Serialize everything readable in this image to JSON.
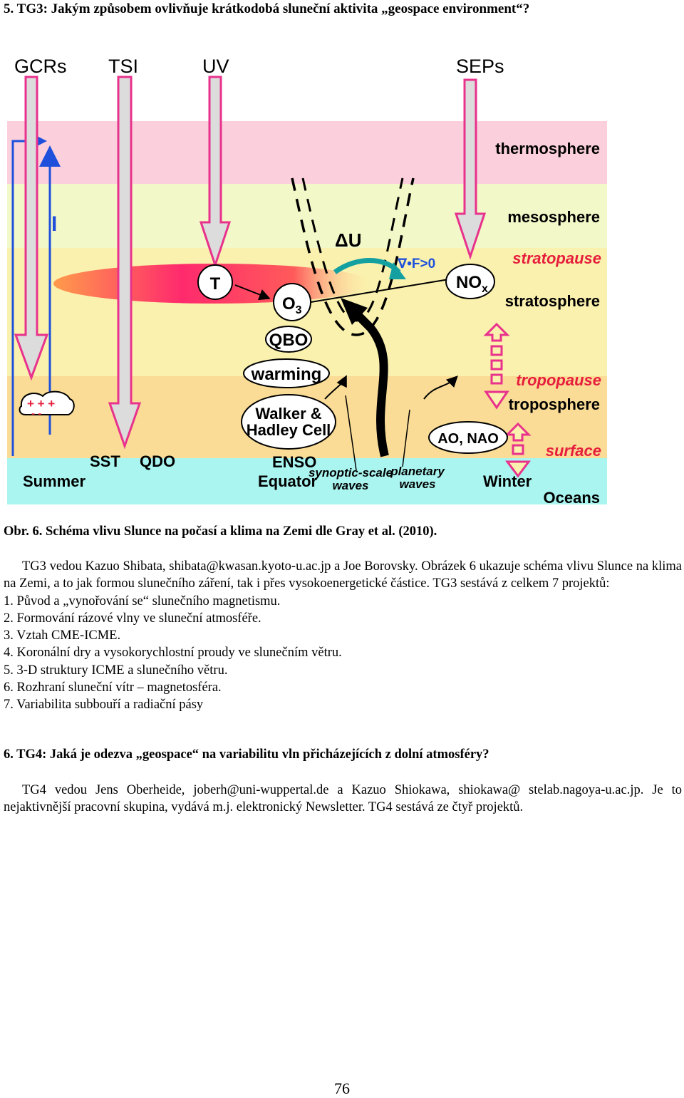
{
  "section5": {
    "heading": "5. TG3: Jakým způsobem ovlivňuje krátkodobá sluneční aktivita „geospace environment“?"
  },
  "figure": {
    "top_labels": {
      "gcrs": "GCRs",
      "tsi": "TSI",
      "uv": "UV",
      "seps": "SEPs"
    },
    "layers": {
      "thermosphere": "thermosphere",
      "mesosphere": "mesosphere",
      "stratopause": "stratopause",
      "stratosphere": "stratosphere",
      "tropopause": "tropopause",
      "troposphere": "troposphere",
      "surface": "surface",
      "oceans": "Oceans"
    },
    "labels": {
      "i": "I",
      "t": "T",
      "o3_main": "O",
      "o3_sub": "3",
      "qbo": "QBO",
      "warming": "warming",
      "walker1": "Walker &",
      "walker2": "Hadley Cell",
      "enso": "ENSO",
      "equator": "Equator",
      "delta_u": "ΔU",
      "eliassen": "∇•F>0",
      "nox_main": "NO",
      "nox_sub": "x",
      "ao_nao": "AO, NAO",
      "summer": "Summer",
      "winter": "Winter",
      "sst": "SST",
      "qdo": "QDO",
      "synoptic1": "synoptic-scale",
      "synoptic2": "waves",
      "planetary1": "planetary",
      "planetary2": "waves",
      "charges": "+ + +",
      "minus": "- -"
    },
    "colors": {
      "thermosphere": "#fbd0dc",
      "mesosphere": "#f3f8c8",
      "stratosphere": "#faf1ae",
      "troposphere": "#fadc96",
      "ocean": "#aaf5f0",
      "arrow_pink": "#e8328c",
      "arrow_gray": "#dcdcdc",
      "accent_orange": "#ff5a14",
      "blue": "#1e50dc",
      "teal": "#14a0a0",
      "red_label": "#e61e3c"
    }
  },
  "caption": "Obr. 6. Schéma vlivu Slunce na počasí a klima na Zemi dle Gray et al. (2010).",
  "tg3": {
    "intro": "TG3 vedou Kazuo Shibata, shibata@kwasan.kyoto-u.ac.jp a Joe Borovsky. Obrázek 6 ukazuje schéma vlivu Slunce na klima na Zemi, a to jak formou slunečního záření, tak i přes vysokoenergetické částice. TG3 sestává z celkem 7 projektů:",
    "projects": [
      "1. Původ a „vynořování se“ slunečního magnetismu.",
      "2. Formování rázové vlny ve sluneční atmosféře.",
      "3. Vztah CME-ICME.",
      "4. Koronální dry a vysokorychlostní proudy ve slunečním větru.",
      "5. 3-D struktury ICME a slunečního větru.",
      "6. Rozhraní sluneční vítr – magnetosféra.",
      "7. Variabilita subbouří a radiační pásy"
    ]
  },
  "section6": {
    "heading": "6.  TG4: Jaká je odezva „geospace“ na variabilitu vln přicházejících z dolní atmosféry?",
    "text": "TG4 vedou Jens Oberheide, joberh@uni-wuppertal.de a Kazuo Shiokawa, shiokawa@ stelab.nagoya-u.ac.jp. Je to nejaktivnější pracovní skupina, vydává m.j. elektronický Newsletter. TG4 sestává ze čtyř projektů."
  },
  "page_number": "76"
}
